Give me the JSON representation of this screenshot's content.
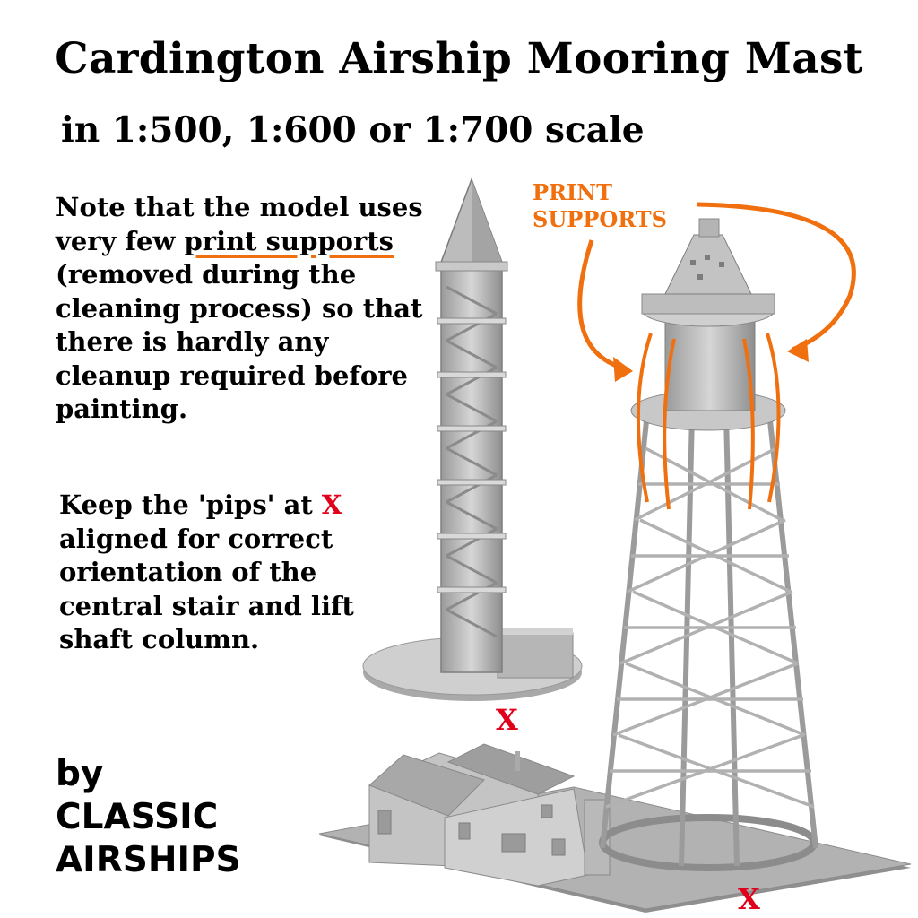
{
  "title": "Cardington Airship Mooring Mast",
  "subtitle": "in 1:500, 1:600 or 1:700 scale",
  "note": {
    "before": "Note that the model uses very few ",
    "underlined": "print supports",
    "after": " (removed during the cleaning process) so that there is hardly any cleanup required before painting."
  },
  "pips": {
    "before": "Keep the 'pips' at ",
    "mark": "X",
    "after": " aligned for correct orientation of the central stair and lift shaft column."
  },
  "byline": {
    "line1": "by",
    "line2": "CLASSIC",
    "line3": "AIRSHIPS"
  },
  "callout": {
    "line1": "PRINT",
    "line2": "SUPPORTS"
  },
  "markers": {
    "x1": "X",
    "x2": "X"
  },
  "colors": {
    "accent": "#f07010",
    "marker": "#e0001a",
    "model": "#b8b8b8"
  }
}
